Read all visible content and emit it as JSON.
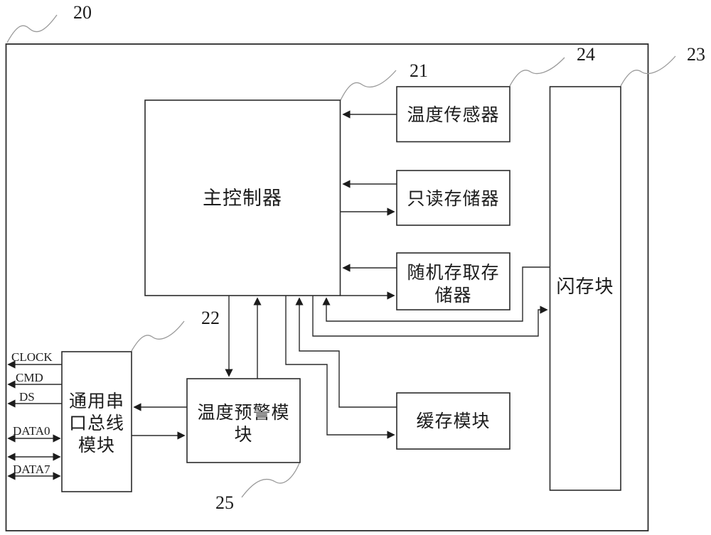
{
  "figure": {
    "type": "patent-block-diagram",
    "colors": {
      "background": "#ffffff",
      "line": "#2b2b2b",
      "leader_squiggle": "#9a9a9a",
      "box_fill": "#ffffff",
      "text": "#1c1c1c"
    },
    "refs": {
      "outer": "20",
      "controller": "21",
      "usb": "22",
      "flash": "23",
      "sensor": "24",
      "warn": "25"
    },
    "boxes": {
      "controller": {
        "label": "主控制器"
      },
      "sensor": {
        "label": "温度传感器"
      },
      "rom": {
        "label": "只读存储器"
      },
      "ram": {
        "line1": "随机存取存",
        "line2": "储器"
      },
      "cache": {
        "label": "缓存模块"
      },
      "flash": {
        "label": "闪存块"
      },
      "usb": {
        "line1": "通用串",
        "line2": "口总线",
        "line3": "模块"
      },
      "warn": {
        "line1": "温度预警模",
        "line2": "块"
      }
    },
    "signals": {
      "clock": "CLOCK",
      "cmd": "CMD",
      "ds": "DS",
      "data0": "DATA0",
      "data7": "DATA7"
    }
  }
}
